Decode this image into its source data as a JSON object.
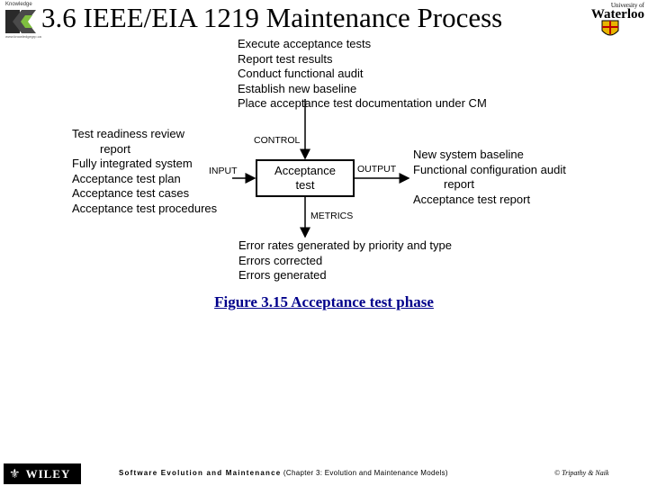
{
  "title": "3.6 IEEE/EIA 1219 Maintenance Process",
  "logos": {
    "knowledge_text": "Knowledge",
    "knowledge_sub": "www.knowledgegrp.ca",
    "uw_line1": "University of",
    "uw_line2": "Waterloo",
    "wiley_text": "WILEY"
  },
  "diagram": {
    "control_items": [
      "Execute acceptance tests",
      "Report test results",
      "Conduct functional audit",
      "Establish new baseline",
      "Place acceptance test documentation under CM"
    ],
    "input_items": [
      "Test readiness review",
      "report",
      "Fully integrated system",
      "Acceptance test plan",
      "Acceptance test cases",
      "Acceptance test procedures"
    ],
    "output_items": [
      "New system baseline",
      "Functional configuration audit",
      "report",
      "Acceptance test report"
    ],
    "metrics_items": [
      "Error rates generated by priority and type",
      "Errors corrected",
      "Errors generated"
    ],
    "labels": {
      "control": "CONTROL",
      "input": "INPUT",
      "output": "OUTPUT",
      "metrics": "METRICS"
    },
    "process_box": {
      "line1": "Acceptance",
      "line2": "test"
    }
  },
  "caption": "Figure 3.15 Acceptance test phase",
  "footer": {
    "course": "Software Evolution and Maintenance",
    "chapter": "(Chapter 3: Evolution and Maintenance Models)",
    "copyright": "© Tripathy & Naik"
  }
}
